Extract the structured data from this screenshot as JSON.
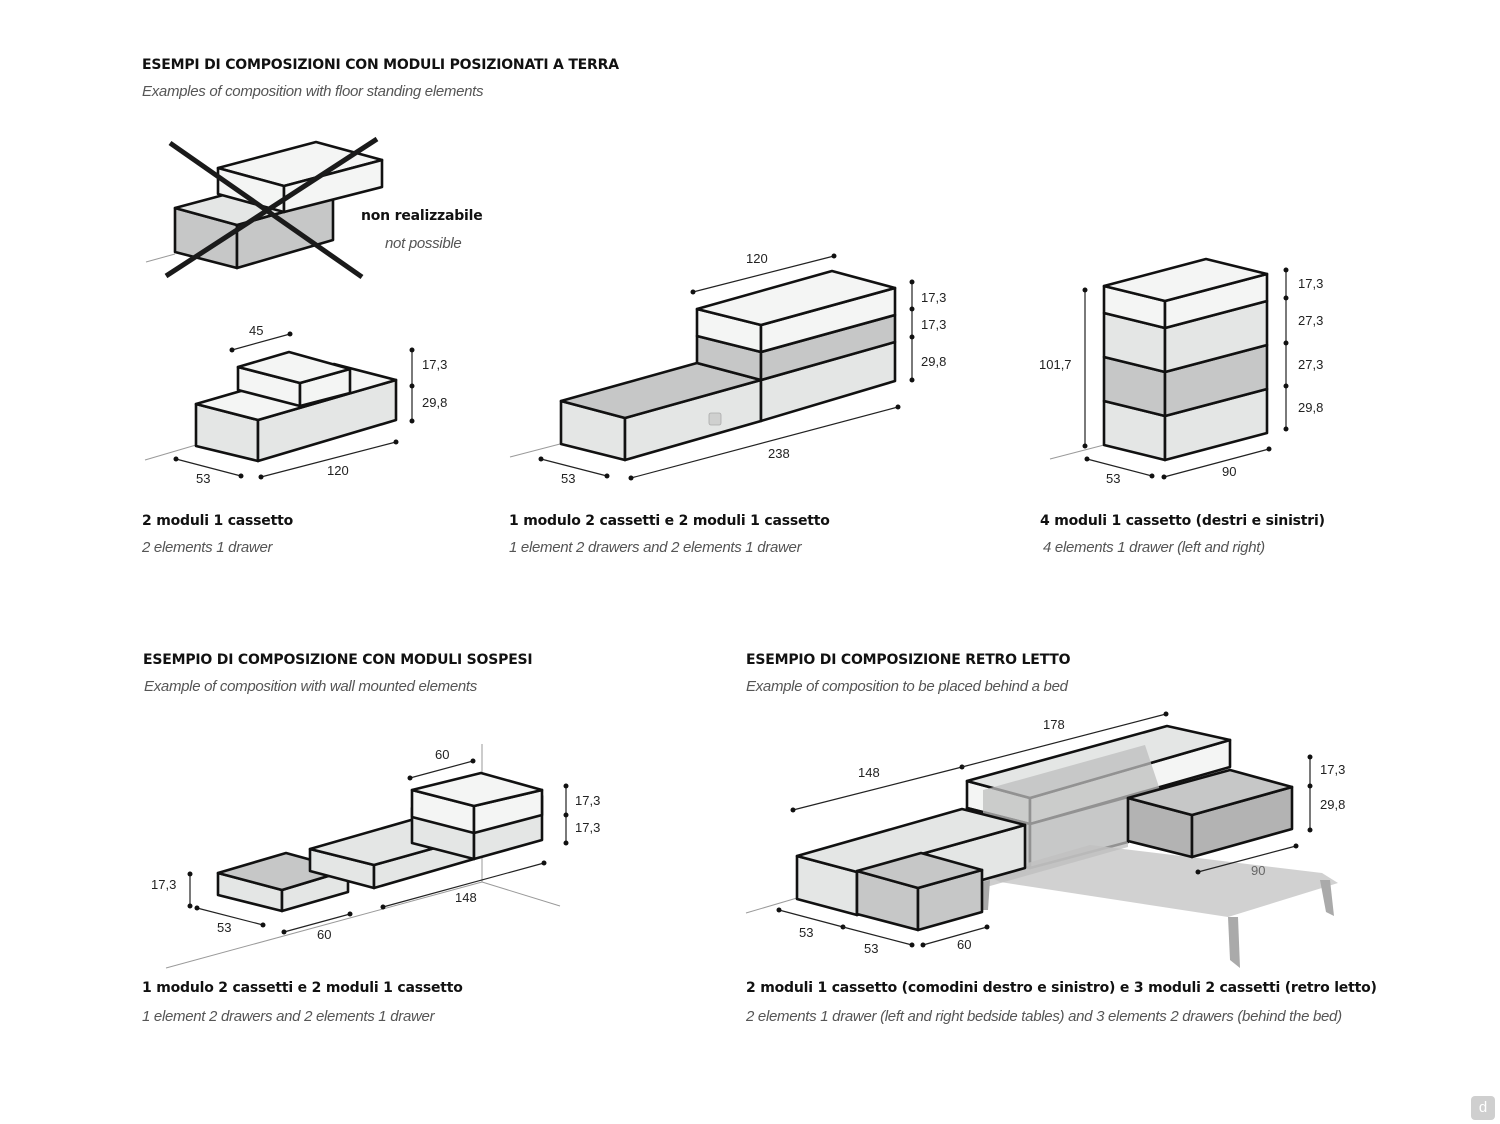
{
  "section_floor": {
    "title": "ESEMPI DI COMPOSIZIONI CON MODULI POSIZIONATI A TERRA",
    "subtitle": "Examples of composition with floor standing elements",
    "not_possible": {
      "label": "non realizzabile",
      "label_en": "not possible"
    },
    "example1": {
      "dims": {
        "top_width": "45",
        "h1": "17,3",
        "h2": "29,8",
        "depth": "53",
        "width": "120"
      },
      "caption": "2 moduli 1 cassetto",
      "caption_en": "2 elements 1 drawer"
    },
    "example2": {
      "dims": {
        "top_width": "120",
        "h1": "17,3",
        "h2": "17,3",
        "h3": "29,8",
        "depth": "53",
        "width": "238"
      },
      "caption": "1 modulo 2 cassetti e 2 moduli 1 cassetto",
      "caption_en": "1 element 2 drawers and 2 elements 1 drawer"
    },
    "example3": {
      "dims": {
        "total_height": "101,7",
        "h1": "17,3",
        "h2": "27,3",
        "h3": "27,3",
        "h4": "29,8",
        "depth": "53",
        "width": "90"
      },
      "caption": "4 moduli 1 cassetto (destri e sinistri)",
      "caption_en": "4 elements 1 drawer (left and right)"
    }
  },
  "section_wall": {
    "title": "ESEMPIO DI COMPOSIZIONE CON MODULI SOSPESI",
    "subtitle": "Example of composition with wall mounted elements",
    "dims": {
      "top_width": "60",
      "h1": "17,3",
      "h2": "17,3",
      "left_h": "17,3",
      "depth": "53",
      "w_small": "60",
      "w_long": "148"
    },
    "caption": "1 modulo 2 cassetti e 2 moduli 1 cassetto",
    "caption_en": "1 element 2 drawers and 2 elements 1 drawer"
  },
  "section_bed": {
    "title": "ESEMPIO DI COMPOSIZIONE RETRO LETTO",
    "subtitle": "Example of composition to be placed behind a bed",
    "dims": {
      "top_long": "178",
      "long": "148",
      "h1": "17,3",
      "h2": "29,8",
      "bed_width": "90",
      "depth1": "53",
      "depth2": "53",
      "w_small": "60"
    },
    "caption": "2 moduli 1 cassetto (comodini destro e sinistro) e 3 moduli 2 cassetti (retro letto)",
    "caption_en": "2 elements 1 drawer (left and right bedside tables) and 3 elements 2 drawers (behind the bed)"
  },
  "logo_letter": "d",
  "colors": {
    "light_face": "#e4e6e5",
    "mid_face": "#c6c7c7",
    "dark_face": "#b3b3b3",
    "outline": "#111111",
    "dim_line": "#222222"
  }
}
